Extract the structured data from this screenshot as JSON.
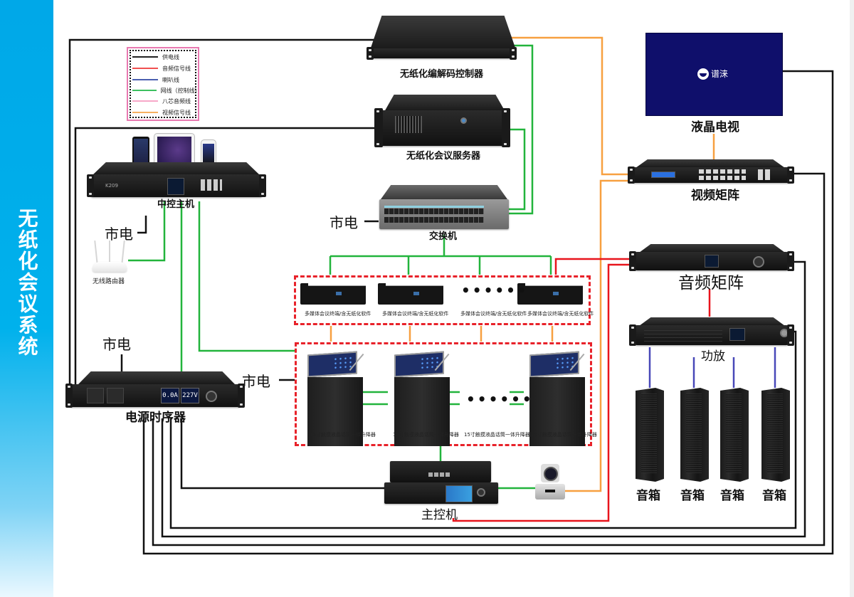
{
  "sidebar": {
    "title": "无纸化会议系统",
    "background": "#00a8e8"
  },
  "legend": {
    "items": [
      {
        "label": "供电线",
        "color": "#222222"
      },
      {
        "label": "音频信号线",
        "color": "#f05050"
      },
      {
        "label": "喇叭线",
        "color": "#4a5fb0"
      },
      {
        "label": "网线（控制线）",
        "color": "#3cc060"
      },
      {
        "label": "八芯音频线",
        "color": "#f7a8c8"
      },
      {
        "label": "视频信号线",
        "color": "#f7b060"
      }
    ]
  },
  "wire_colors": {
    "power": "#111111",
    "audio": "#e8141c",
    "speaker": "#4848b8",
    "network": "#22b43c",
    "video": "#f7a040",
    "group_border": "#e8222a"
  },
  "devices": {
    "codec_controller": "无纸化编解码控制器",
    "meeting_server": "无纸化会议服务器",
    "central_control": "中控主机",
    "switch": "交换机",
    "wireless_router": "无线路由器",
    "power_sequencer": "电源时序器",
    "lcd_tv": "液晶电视",
    "video_matrix": "视频矩阵",
    "audio_matrix": "音频矩阵",
    "amplifier": "功放",
    "main_controller": "主控机",
    "speakers": [
      "音箱",
      "音箱",
      "音箱",
      "音箱"
    ]
  },
  "mains_labels": [
    "市电",
    "市电",
    "市电",
    "市电"
  ],
  "tv_brand": "谱涞",
  "power_sequencer_readout": {
    "current": "0.0A",
    "voltage": "227V"
  },
  "terminals": {
    "label": "多媒体会议终端/含无纸化软件",
    "items": [
      "多媒体会议终端/含无纸化软件",
      "多媒体会议终端/含无纸化软件",
      "多媒体会议终端/含无纸化软件",
      "多媒体会议终端/含无纸化软件"
    ],
    "ellipsis": "••••••"
  },
  "lifters": {
    "items": [
      "15寸触摸液晶话筒一体升降器",
      "15寸触摸液晶话筒一体升降器",
      "15寸触摸液晶话筒一体升降器",
      "15寸触摸液晶话筒一体升降器"
    ],
    "ellipsis": "••••••"
  },
  "central_control_model": "K209"
}
